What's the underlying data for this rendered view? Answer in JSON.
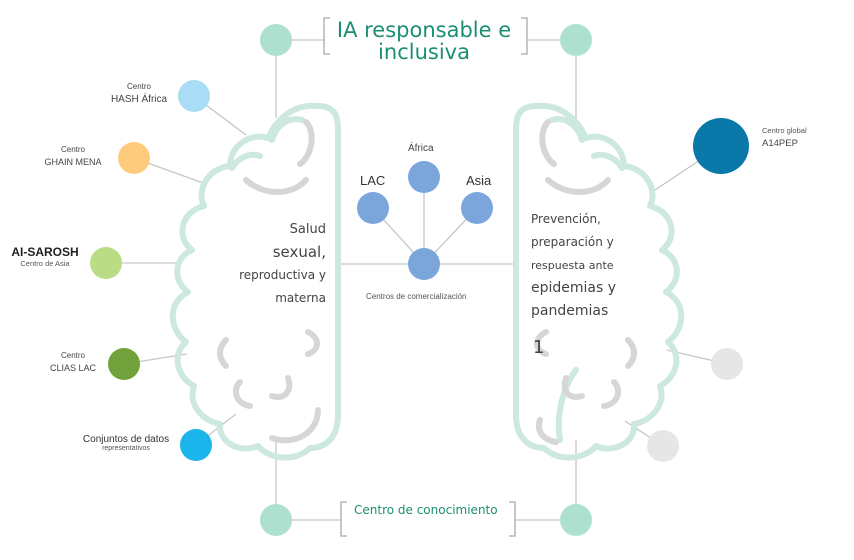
{
  "title": {
    "line1": "IA responsable e",
    "line2": "inclusiva"
  },
  "bottom_label": "Centro de conocimiento",
  "hub": {
    "label": "Centros de comercialización"
  },
  "regions": {
    "africa": "África",
    "lac": "LAC",
    "asia": "Asia"
  },
  "left_brain": {
    "line1": "Salud",
    "line2": "sexual,",
    "line3": "reproductiva y",
    "line4": "materna"
  },
  "right_brain": {
    "line1": "Prevención,",
    "line2": "preparación y",
    "line3": "respuesta ante",
    "line4": "epidemias y",
    "line5": "pandemias",
    "number": "1"
  },
  "nodes": {
    "hash": {
      "line1": "Centro",
      "line2": "HASH África",
      "color": "#a9dcf5"
    },
    "ghain": {
      "line1": "Centro",
      "line2": "GHAIN MENA",
      "color": "#fecb7d"
    },
    "sarosh": {
      "line1": "AI-SAROSH",
      "line2": "Centro de Asia",
      "color": "#b9dc85"
    },
    "clias": {
      "line1": "Centro",
      "line2": "CLIAS LAC",
      "color": "#72a23c"
    },
    "datasets": {
      "line1": "Conjuntos de datos",
      "line2": "representativos",
      "color": "#1ab5ea"
    },
    "global": {
      "line1": "Centro global",
      "line2": "A14PEP",
      "color": "#0a78a8"
    }
  },
  "colors": {
    "brain_outline": "#cce8df",
    "teal_node": "#aee0d0",
    "region_node": "#7aa6dc",
    "grey_node": "#e6e6e6",
    "grey_arc": "#d6d6d6",
    "connector": "#c6c6c6",
    "title_green": "#1b8f72"
  }
}
